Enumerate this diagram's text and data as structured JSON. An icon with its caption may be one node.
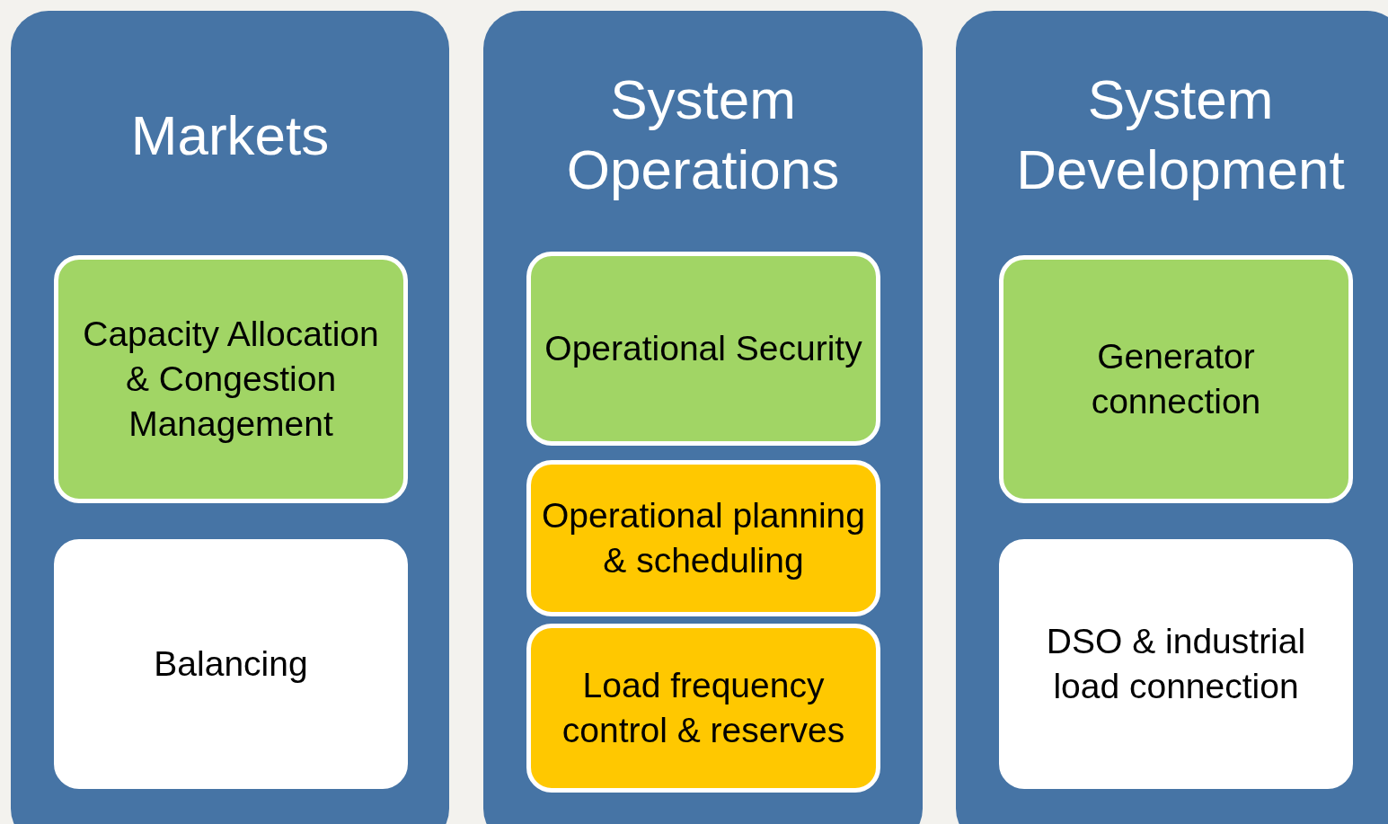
{
  "diagram": {
    "nodes": [
      {
        "text": [
          "Markets"
        ]
      },
      {
        "text": [
          "Capacity Allocation & Congestion Management"
        ],
        "in": 0
      },
      {
        "text": [
          "Balancing"
        ],
        "in": 0
      },
      {
        "text": [
          "System Operations"
        ]
      },
      {
        "text": [
          "Operational Security"
        ],
        "in": 3
      },
      {
        "text": [
          "Operational planning & scheduling"
        ],
        "in": 3
      },
      {
        "text": [
          "Load frequency control & reserves"
        ],
        "in": 3
      },
      {
        "text": [
          "System Development"
        ]
      },
      {
        "text": [
          "Generator connection"
        ],
        "in": 7
      },
      {
        "text": [
          "DSO & industrial load connection"
        ],
        "in": 7
      }
    ]
  }
}
